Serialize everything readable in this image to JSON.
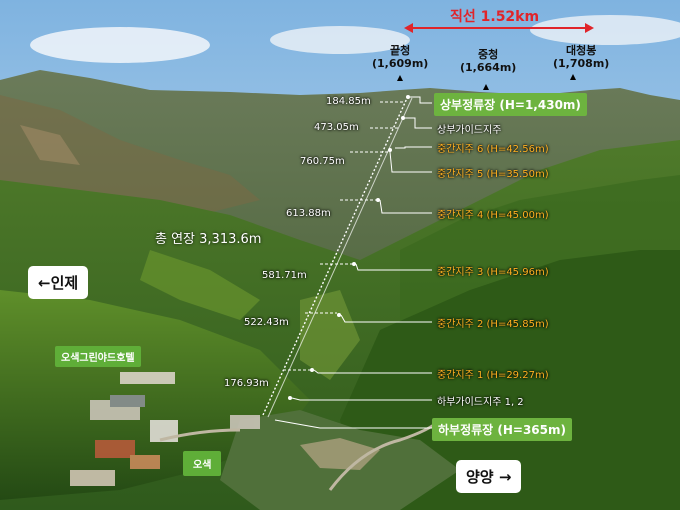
{
  "straight": "직선 1.52km",
  "peaks": [
    {
      "name": "끝청",
      "elev": "(1,609m)"
    },
    {
      "name": "중청",
      "elev": "(1,664m)"
    },
    {
      "name": "대청봉",
      "elev": "(1,708m)"
    }
  ],
  "total_length": "총 연장 3,313.6m",
  "distances": [
    "184.85m",
    "473.05m",
    "760.75m",
    "613.88m",
    "581.71m",
    "522.43m",
    "176.93m"
  ],
  "upper_station": "상부정류장 (H=1,430m)",
  "upper_guide": "상부가이드지주",
  "pylons": [
    "중간지주 6 (H=42.56m)",
    "중간지주 5 (H=35.50m)",
    "중간지주 4 (H=45.00m)",
    "중간지주 3 (H=45.96m)",
    "중간지주 2 (H=45.85m)",
    "중간지주 1 (H=29.27m)"
  ],
  "lower_guide": "하부가이드지주 1, 2",
  "lower_station": "하부정류장 (H=365m)",
  "direction_left": "←인제",
  "direction_right": "양양 →",
  "hotel": "오색그린야드호텔",
  "town": "오색"
}
